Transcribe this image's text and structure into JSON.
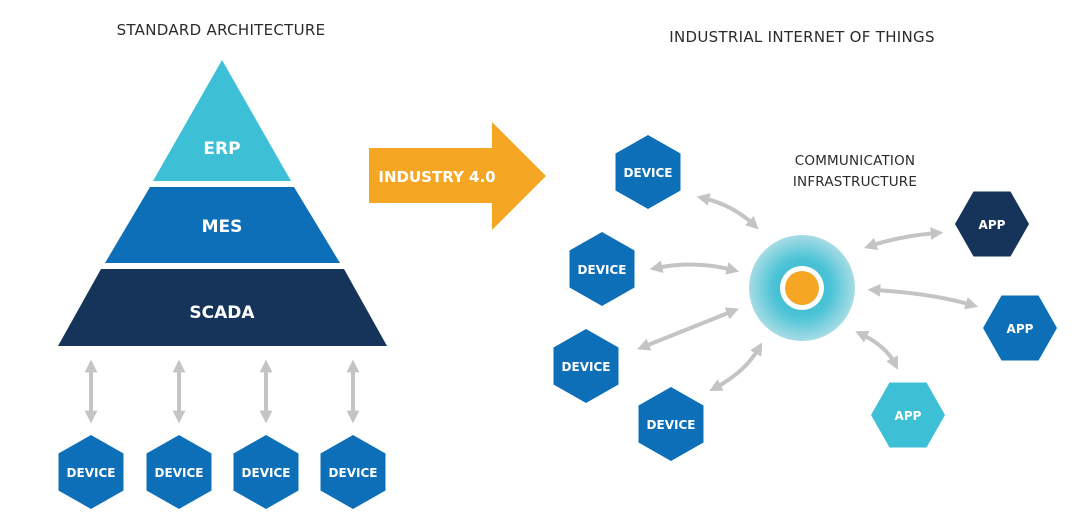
{
  "left": {
    "title": "STANDARD ARCHITECTURE",
    "pyramid": [
      {
        "label": "ERP",
        "color": "#3dc0d6"
      },
      {
        "label": "MES",
        "color": "#0d6fb8"
      },
      {
        "label": "SCADA",
        "color": "#163459"
      }
    ],
    "devices": [
      {
        "label": "DEVICE",
        "color": "#0d6fb8"
      },
      {
        "label": "DEVICE",
        "color": "#0d6fb8"
      },
      {
        "label": "DEVICE",
        "color": "#0d6fb8"
      },
      {
        "label": "DEVICE",
        "color": "#0d6fb8"
      }
    ]
  },
  "transition": {
    "label": "INDUSTRY 4.0",
    "color": "#f5a623"
  },
  "right": {
    "title": "INDUSTRIAL INTERNET OF THINGS",
    "hub": {
      "label_line1": "COMMUNICATION",
      "label_line2": "INFRASTRUCTURE",
      "core_color": "#f5a623",
      "halo_inner": "#3dbfd3",
      "halo_outer": "#a6dce4"
    },
    "devices": [
      {
        "label": "DEVICE",
        "color": "#0d6fb8"
      },
      {
        "label": "DEVICE",
        "color": "#0d6fb8"
      },
      {
        "label": "DEVICE",
        "color": "#0d6fb8"
      },
      {
        "label": "DEVICE",
        "color": "#0d6fb8"
      }
    ],
    "apps": [
      {
        "label": "APP",
        "color": "#163459"
      },
      {
        "label": "APP",
        "color": "#0d6fb8"
      },
      {
        "label": "APP",
        "color": "#3dc0d6"
      }
    ]
  },
  "connector_color": "#c4c4c4"
}
